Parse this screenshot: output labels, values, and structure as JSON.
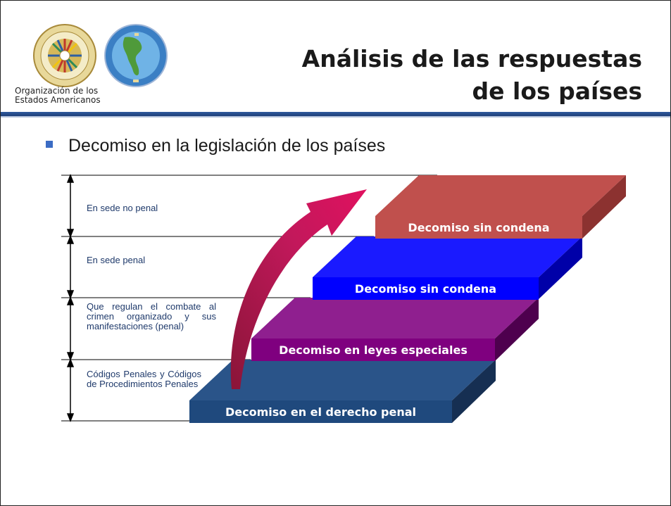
{
  "header": {
    "org_name_line1": "Organización de los",
    "org_name_line2": "Estados Americanos",
    "title_line1": "Análisis de las respuestas",
    "title_line2": "de los países"
  },
  "bullet": {
    "text": "Decomiso en la legislación de los países"
  },
  "levels": [
    {
      "label": "En sede no penal"
    },
    {
      "label": "En sede penal"
    },
    {
      "label": "Que regulan el combate al crimen organizado y sus manifestaciones (penal)"
    },
    {
      "label": "Códigos Penales y Códigos de Procedimientos Penales"
    }
  ],
  "steps": [
    {
      "label": "Decomiso sin condena",
      "color": "#c0504d"
    },
    {
      "label": "Decomiso sin condena",
      "color": "#0000ff"
    },
    {
      "label": "Decomiso en leyes especiales",
      "color": "#7f007f"
    },
    {
      "label": "Decomiso en el derecho penal",
      "color": "#1f497d"
    }
  ],
  "arrow_color": "#c2185b",
  "bar_color": "#2f5a9e"
}
